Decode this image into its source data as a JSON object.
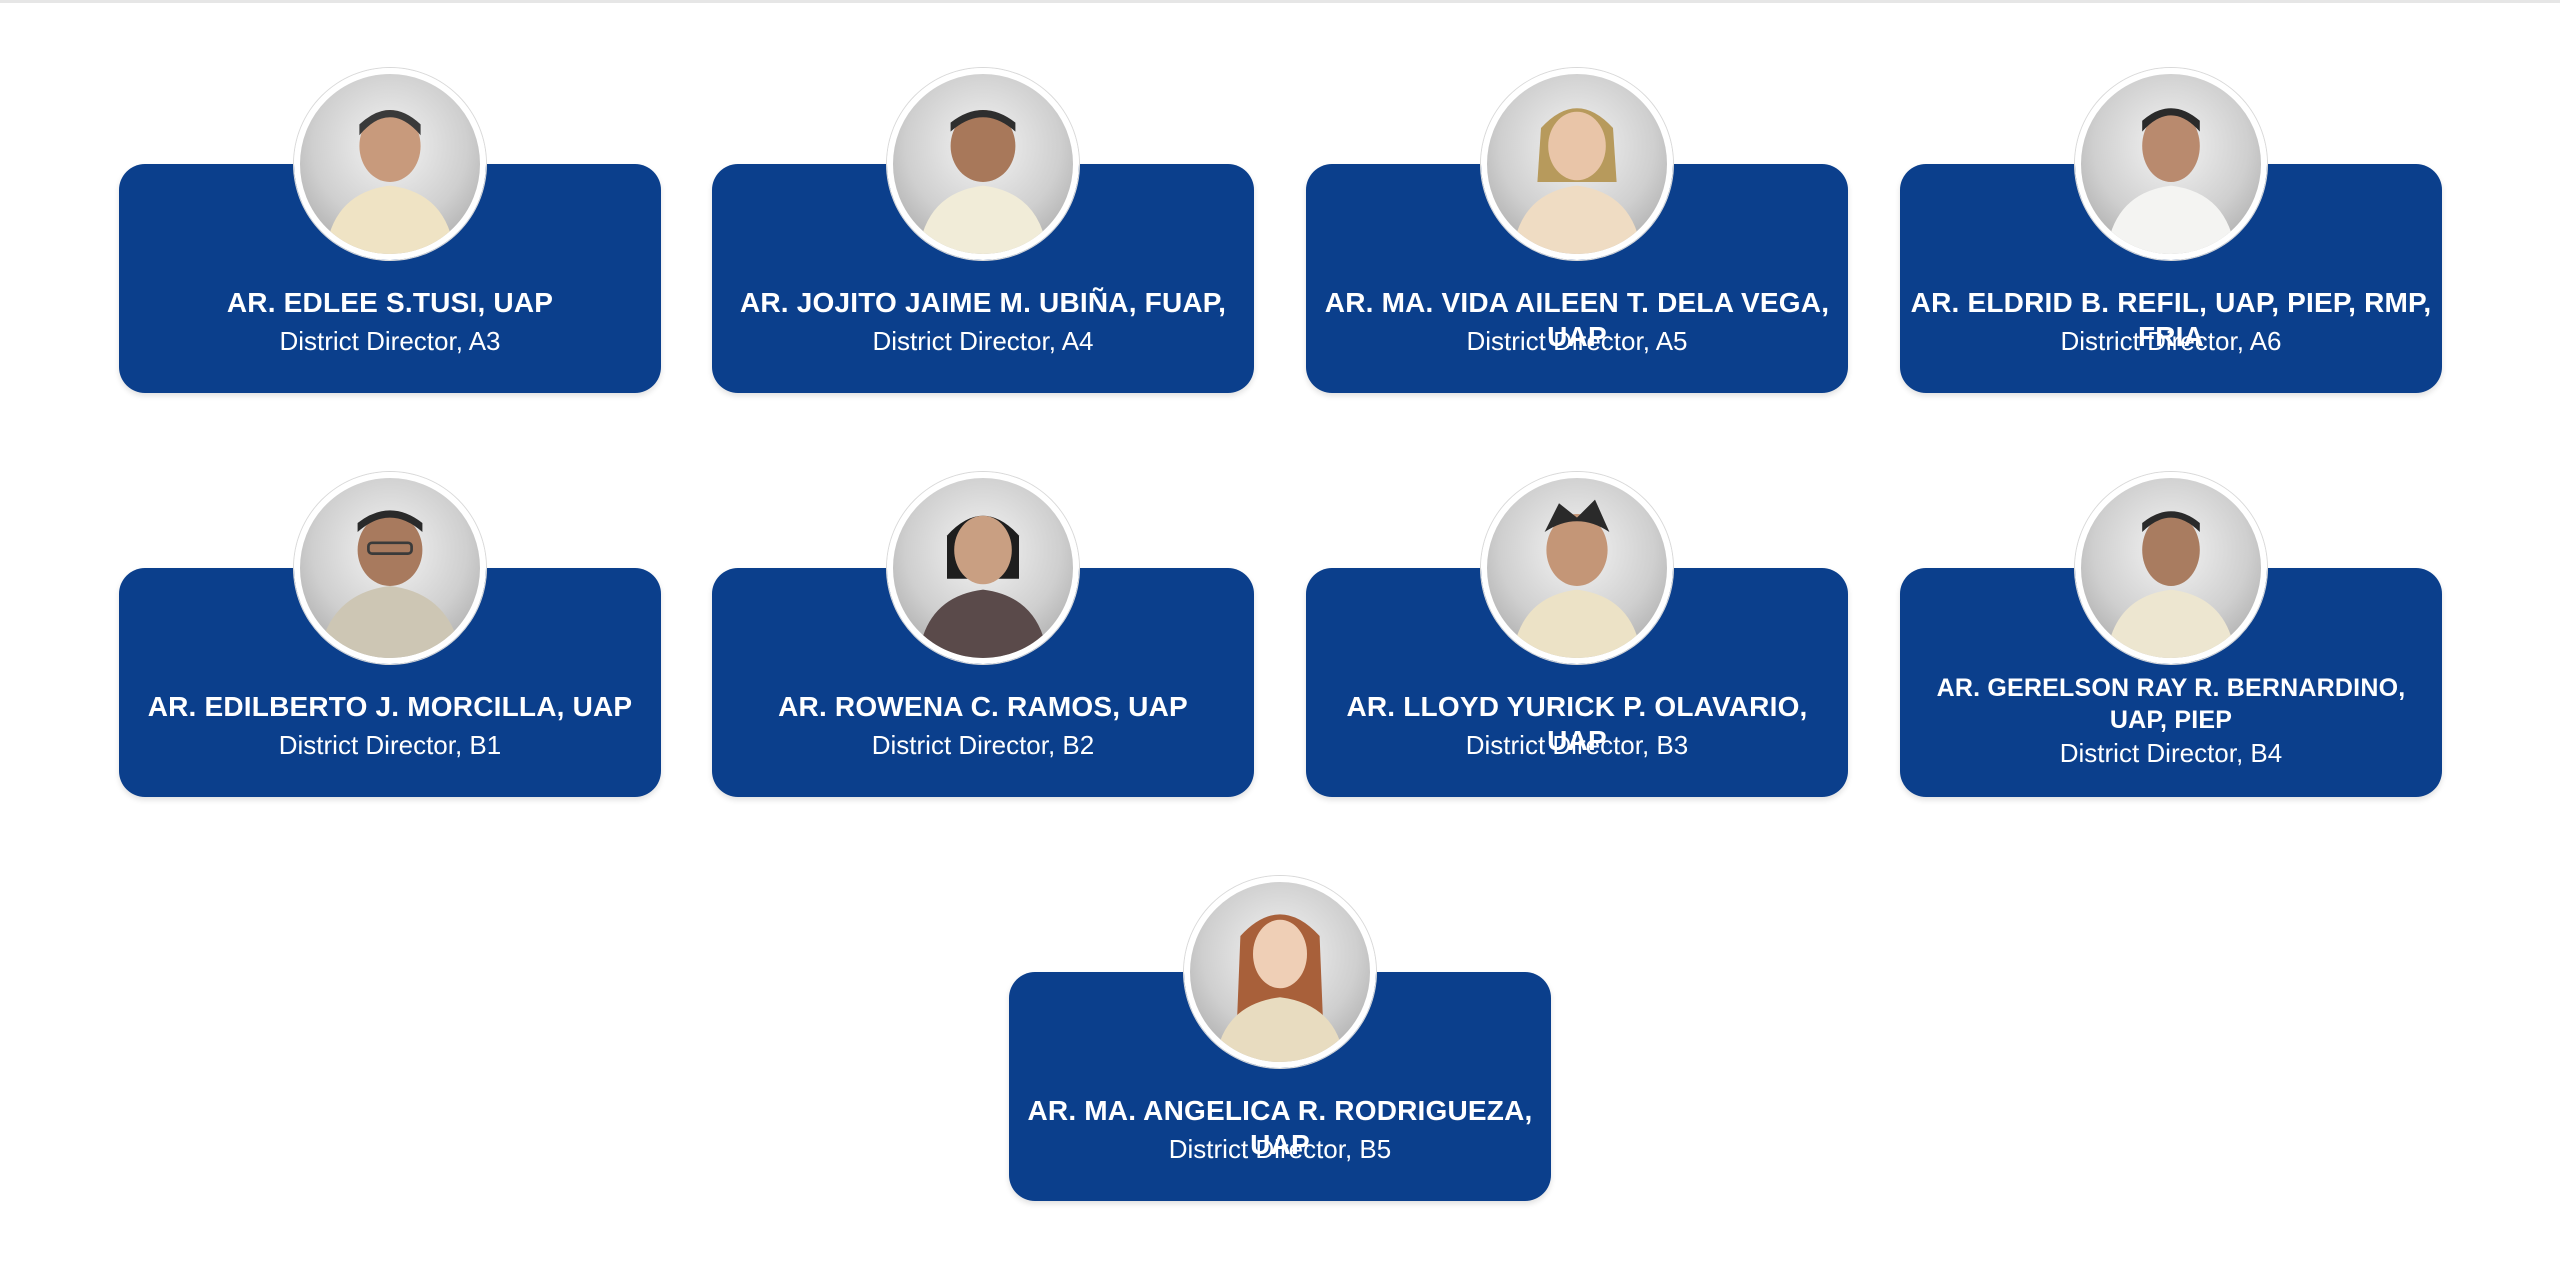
{
  "directors": [
    {
      "name": "AR. EDLEE S.TUSI, UAP",
      "title": "District Director, A3",
      "shirt": "#efe3c4"
    },
    {
      "name": "AR. JOJITO JAIME M. UBIÑA, FUAP,",
      "title": "District Director, A4",
      "shirt": "#f1ecd8"
    },
    {
      "name": "AR. MA. VIDA AILEEN T. DELA VEGA, UAP",
      "title": "District Director, A5",
      "shirt": "#efdcc3"
    },
    {
      "name": "AR. ELDRID B. REFIL, UAP, PIEP, RMP, FRIA",
      "title": "District Director, A6",
      "shirt": "#f4f4f2"
    },
    {
      "name": "AR. EDILBERTO J. MORCILLA, UAP",
      "title": "District Director, B1",
      "shirt": "#cdc6b4"
    },
    {
      "name": "AR. ROWENA C. RAMOS, UAP",
      "title": "District Director, B2",
      "shirt": "#5a4a4a"
    },
    {
      "name": "AR. LLOYD YURICK P. OLAVARIO, UAP",
      "title": "District Director, B3",
      "shirt": "#ece2c6"
    },
    {
      "name": "AR. GERELSON RAY R. BERNARDINO, UAP, PIEP",
      "title": "District Director, B4",
      "shirt": "#ede6d0"
    },
    {
      "name": "AR. MA. ANGELICA R. RODRIGUEZA, UAP",
      "title": "District Director, B5",
      "shirt": "#e8dcc0"
    }
  ],
  "colors": {
    "card": "#0b3f8c",
    "text": "#ffffff"
  }
}
